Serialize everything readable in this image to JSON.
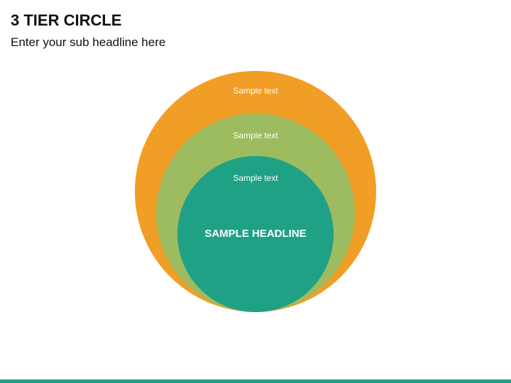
{
  "slide": {
    "title": "3 TIER CIRCLE",
    "subtitle": "Enter your sub headline here"
  },
  "diagram": {
    "tiers": [
      {
        "label": "Sample text",
        "color": "#f19e26"
      },
      {
        "label": "Sample text",
        "color": "#9dbb5f"
      },
      {
        "label": "Sample text",
        "color": "#1fa186"
      }
    ],
    "center_headline": "SAMPLE HEADLINE"
  },
  "colors": {
    "footer_bar": "#1fa186"
  }
}
